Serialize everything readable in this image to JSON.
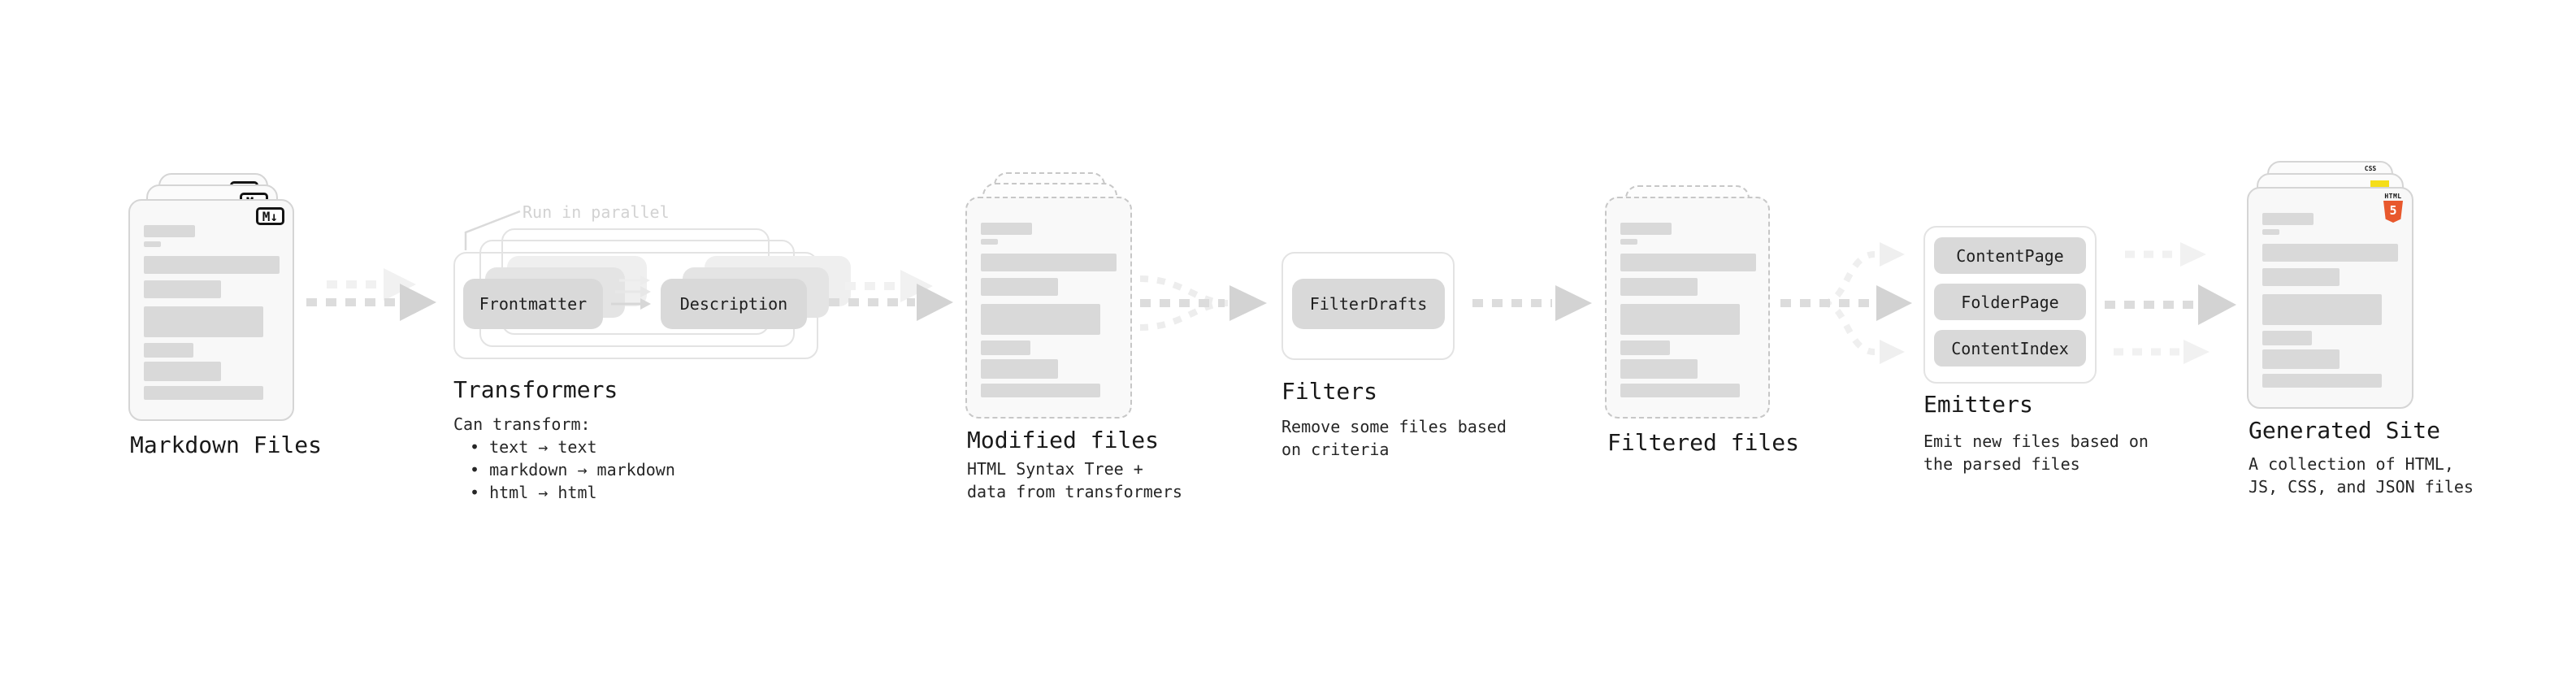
{
  "pipeline": {
    "markdown_files": {
      "label": "Markdown Files",
      "badge": "M↓"
    },
    "transformers": {
      "heading": "Transformers",
      "note": "Run in parallel",
      "pill_a": "Frontmatter",
      "pill_b": "Description",
      "desc_intro": "Can transform:",
      "bullets": [
        "• text → text",
        "• markdown → markdown",
        "• html → html"
      ]
    },
    "modified_files": {
      "label": "Modified files",
      "desc": [
        "HTML Syntax Tree +",
        "data from transformers"
      ]
    },
    "filters": {
      "heading": "Filters",
      "pill": "FilterDrafts",
      "desc": [
        "Remove some files based",
        "on criteria"
      ]
    },
    "filtered_files": {
      "label": "Filtered files"
    },
    "emitters": {
      "heading": "Emitters",
      "pills": [
        "ContentPage",
        "FolderPage",
        "ContentIndex"
      ],
      "desc": [
        "Emit new files based on",
        "the parsed files"
      ]
    },
    "generated_site": {
      "label": "Generated Site",
      "desc": [
        "A collection of HTML,",
        "JS, CSS, and JSON files"
      ],
      "badges": {
        "html_label": "HTML",
        "html_number": "5",
        "css_label": "CSS"
      }
    }
  },
  "colors": {
    "background": "#ffffff",
    "card_fill": "#f8f8f8",
    "card_border": "#d5d5d5",
    "dashed_border": "#c7c7c7",
    "pill_fill": "#d9d9d9",
    "arrow_dark": "#dcdcdc",
    "arrow_light": "#f1f1f1",
    "heading_text": "#191919",
    "note_text": "#d2d2d2",
    "html5_orange": "#e8582d",
    "js_yellow": "#f5de19",
    "css_blue": "#2b63f0"
  }
}
